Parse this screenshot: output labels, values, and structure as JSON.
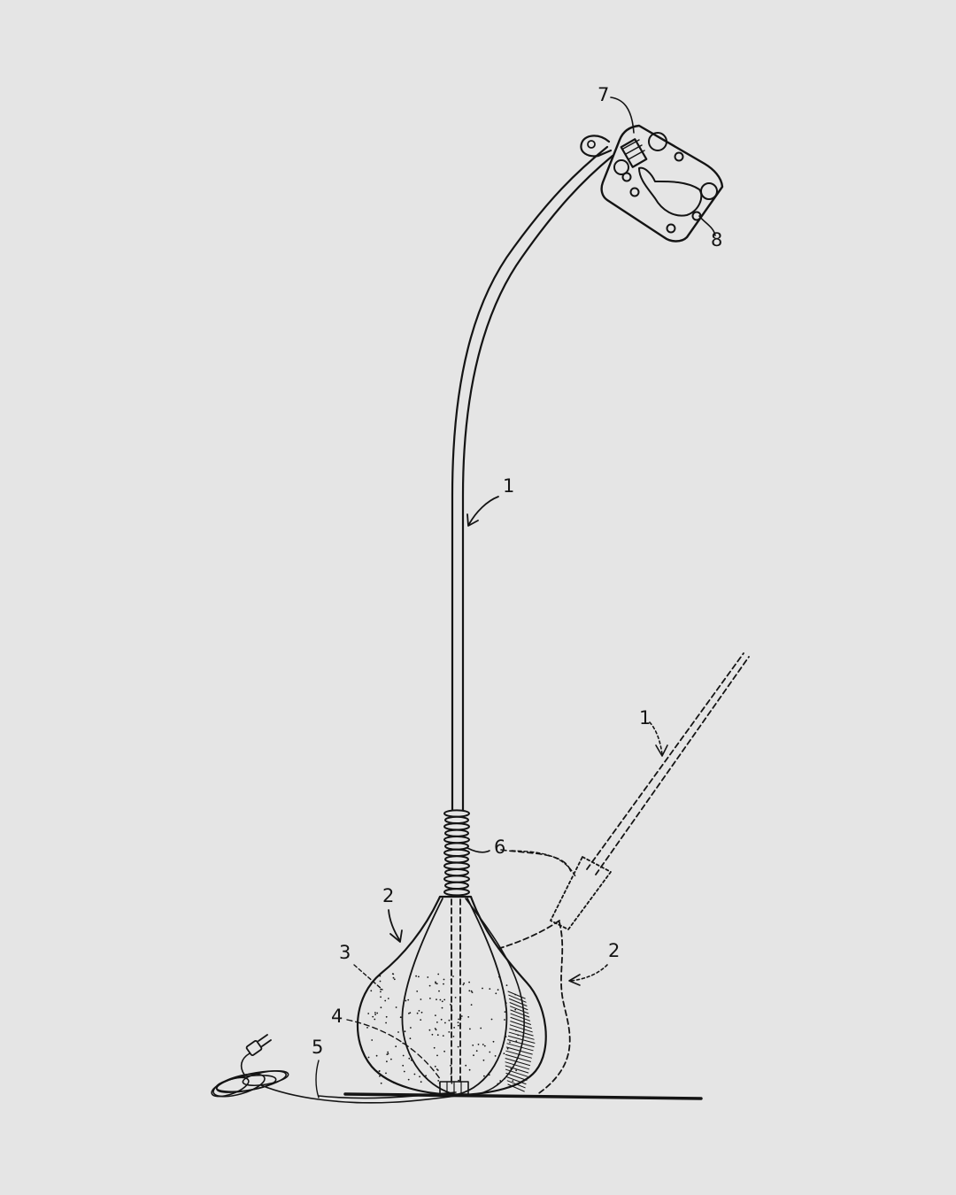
{
  "figure": {
    "labels": {
      "rod": "1",
      "rod_alt": "1",
      "base": "2",
      "base_alt": "2",
      "shell": "3",
      "core": "4",
      "cord": "5",
      "spring": "6",
      "socket": "7",
      "shade": "8"
    },
    "ink_color": "#141414",
    "background_color": "#e5e5e5"
  }
}
